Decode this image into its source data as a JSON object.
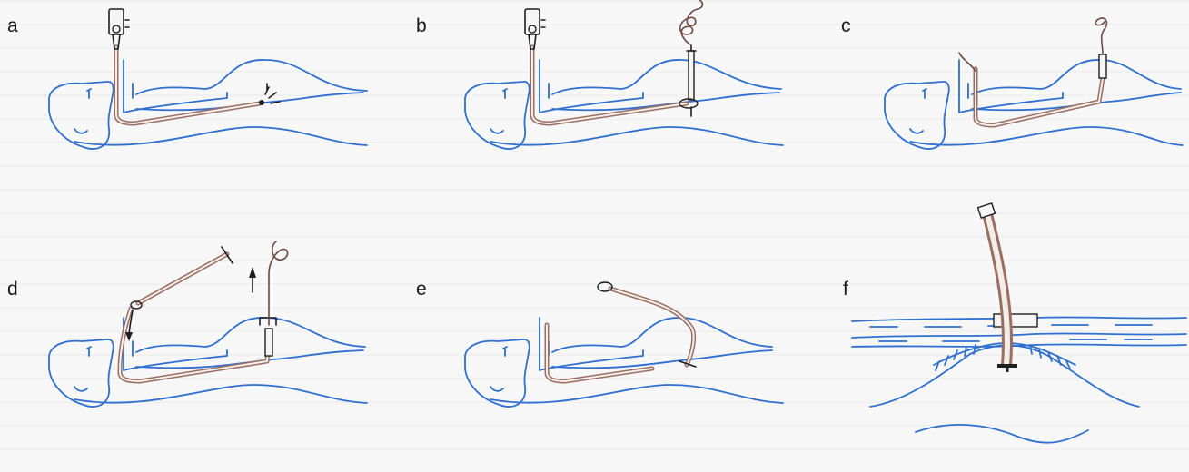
{
  "panels": [
    {
      "id": "a",
      "label": "a"
    },
    {
      "id": "b",
      "label": "b"
    },
    {
      "id": "c",
      "label": "c"
    },
    {
      "id": "d",
      "label": "d"
    },
    {
      "id": "e",
      "label": "e"
    },
    {
      "id": "f",
      "label": "f"
    }
  ],
  "colors": {
    "anatomy": "#2f6fd0",
    "tube": "#9a6f62",
    "ink": "#1f1f1f",
    "background": "#f7f7f7"
  }
}
